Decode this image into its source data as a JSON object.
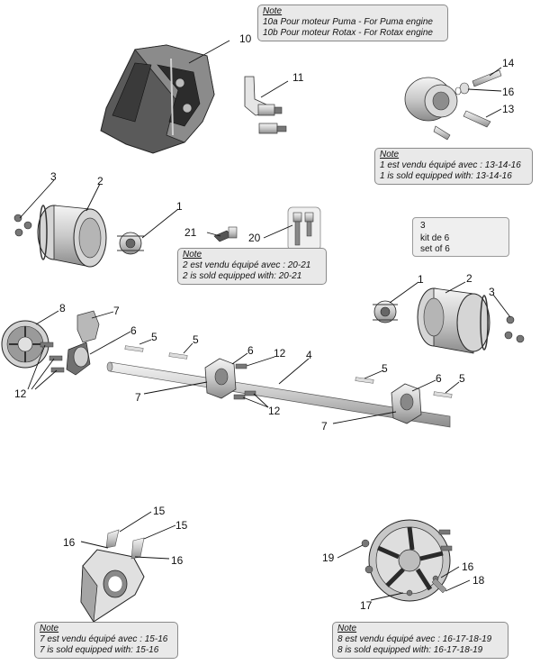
{
  "callouts": {
    "n1a": "1",
    "n1b": "1",
    "n2a": "2",
    "n2b": "2",
    "n3a": "3",
    "n3b": "3",
    "n4": "4",
    "n5a": "5",
    "n5b": "5",
    "n5c": "5",
    "n5d": "5",
    "n6a": "6",
    "n6b": "6",
    "n6c": "6",
    "n7a": "7",
    "n7b": "7",
    "n7c": "7",
    "n8": "8",
    "n10": "10",
    "n11": "11",
    "n12a": "12",
    "n12b": "12",
    "n12c": "12",
    "n13": "13",
    "n14": "14",
    "n15a": "15",
    "n15b": "15",
    "n16a": "16",
    "n16b": "16",
    "n16c": "16",
    "n16d": "16",
    "n17": "17",
    "n18": "18",
    "n19": "19",
    "n20": "20",
    "n21": "21"
  },
  "notes": {
    "engine": {
      "title": "Note",
      "lines": [
        "10a Pour moteur Puma - For Puma engine",
        "10b Pour moteur Rotax - For Rotax engine"
      ]
    },
    "hub": {
      "title": "Note",
      "lines": [
        "1 est vendu équipé avec : 13-14-16",
        "1 is sold equipped with: 13-14-16"
      ]
    },
    "rim": {
      "title": "Note",
      "lines": [
        "2 est vendu équipé avec : 20-21",
        "2 is sold equipped with: 20-21"
      ]
    },
    "bearing": {
      "title": "Note",
      "lines": [
        "7 est vendu équipé avec : 15-16",
        "7 is sold equipped with: 15-16"
      ]
    },
    "sprocket": {
      "title": "Note",
      "lines": [
        "8 est vendu équipé avec : 16-17-18-19",
        "8 is sold equipped with: 16-17-18-19"
      ]
    }
  },
  "kit": {
    "number": "3",
    "line1": "kit de 6",
    "line2": "set of 6"
  }
}
